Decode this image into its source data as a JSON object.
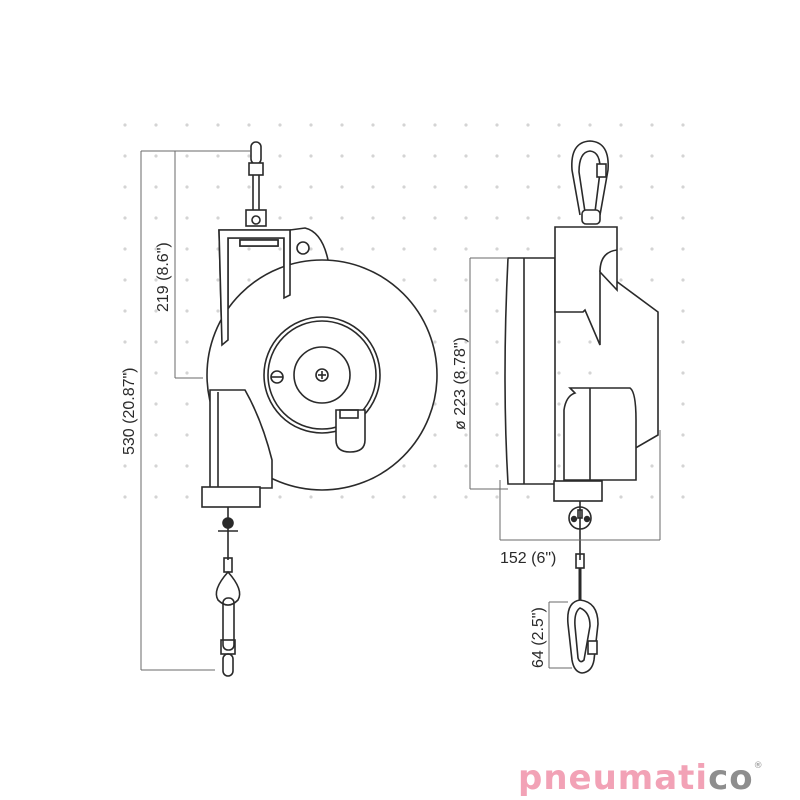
{
  "diagram": {
    "type": "technical-drawing",
    "subject": "spring balancer, front and side view with dimensions",
    "dimensions": {
      "overall_height": "530 (20.87\")",
      "top_to_center": "219 (8.6\")",
      "drum_diameter": "ø 223 (8.78\")",
      "depth": "152 (6\")",
      "hook_length": "64 (2.5\")"
    },
    "colors": {
      "line": "#2a2a2a",
      "dim_line": "#555555",
      "dots": "#cfcfcf",
      "logo_pink": "#f2a2b6",
      "logo_grey": "#8e8e8e"
    }
  },
  "logo": {
    "text_pink": "pneumati",
    "text_grey": "co",
    "registered": "®"
  }
}
